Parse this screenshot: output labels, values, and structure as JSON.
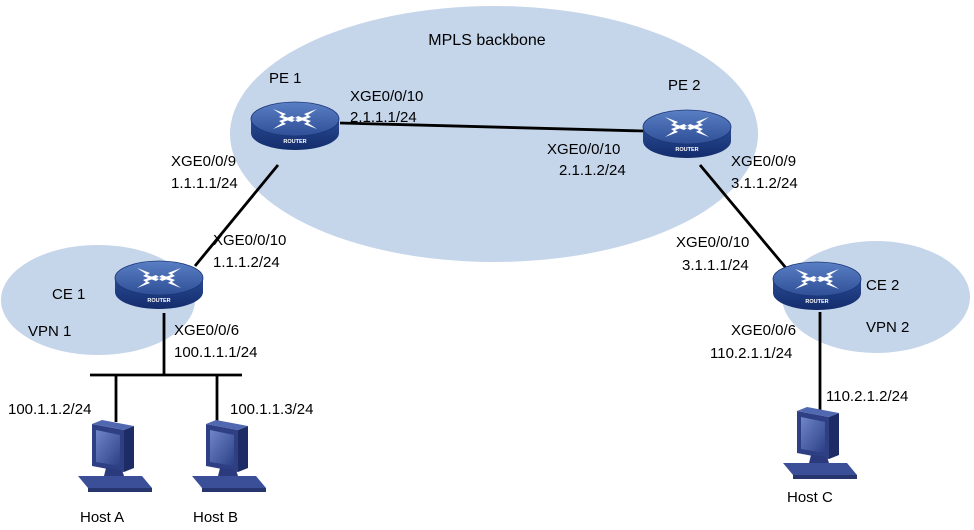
{
  "clouds": {
    "backbone": "MPLS backbone",
    "vpn1": "VPN 1",
    "vpn2": "VPN 2"
  },
  "devices": {
    "pe1": {
      "name": "PE 1",
      "badge": "ROUTER"
    },
    "pe2": {
      "name": "PE 2",
      "badge": "ROUTER"
    },
    "ce1": {
      "name": "CE 1",
      "badge": "ROUTER"
    },
    "ce2": {
      "name": "CE 2",
      "badge": "ROUTER"
    }
  },
  "interfaces": {
    "pe1_xge10": {
      "port": "XGE0/0/10",
      "ip": "2.1.1.1/24"
    },
    "pe1_xge9": {
      "port": "XGE0/0/9",
      "ip": "1.1.1.1/24"
    },
    "pe2_xge10": {
      "port": "XGE0/0/10",
      "ip": "2.1.1.2/24"
    },
    "pe2_xge9": {
      "port": "XGE0/0/9",
      "ip": "3.1.1.2/24"
    },
    "ce1_xge10": {
      "port": "XGE0/0/10",
      "ip": "1.1.1.2/24"
    },
    "ce1_xge6": {
      "port": "XGE0/0/6",
      "ip": "100.1.1.1/24"
    },
    "ce2_xge10": {
      "port": "XGE0/0/10",
      "ip": "3.1.1.1/24"
    },
    "ce2_xge6": {
      "port": "XGE0/0/6",
      "ip": "110.2.1.1/24"
    }
  },
  "hosts": {
    "a": {
      "name": "Host A",
      "ip": "100.1.1.2/24"
    },
    "b": {
      "name": "Host B",
      "ip": "100.1.1.3/24"
    },
    "c": {
      "name": "Host C",
      "ip": "110.2.1.2/24"
    }
  },
  "colors": {
    "cloud": "#c5d5ea",
    "router_top": "#3b5fa6",
    "router_body": "#1d3d85",
    "host": "#4a5ea8",
    "link": "#000000"
  }
}
